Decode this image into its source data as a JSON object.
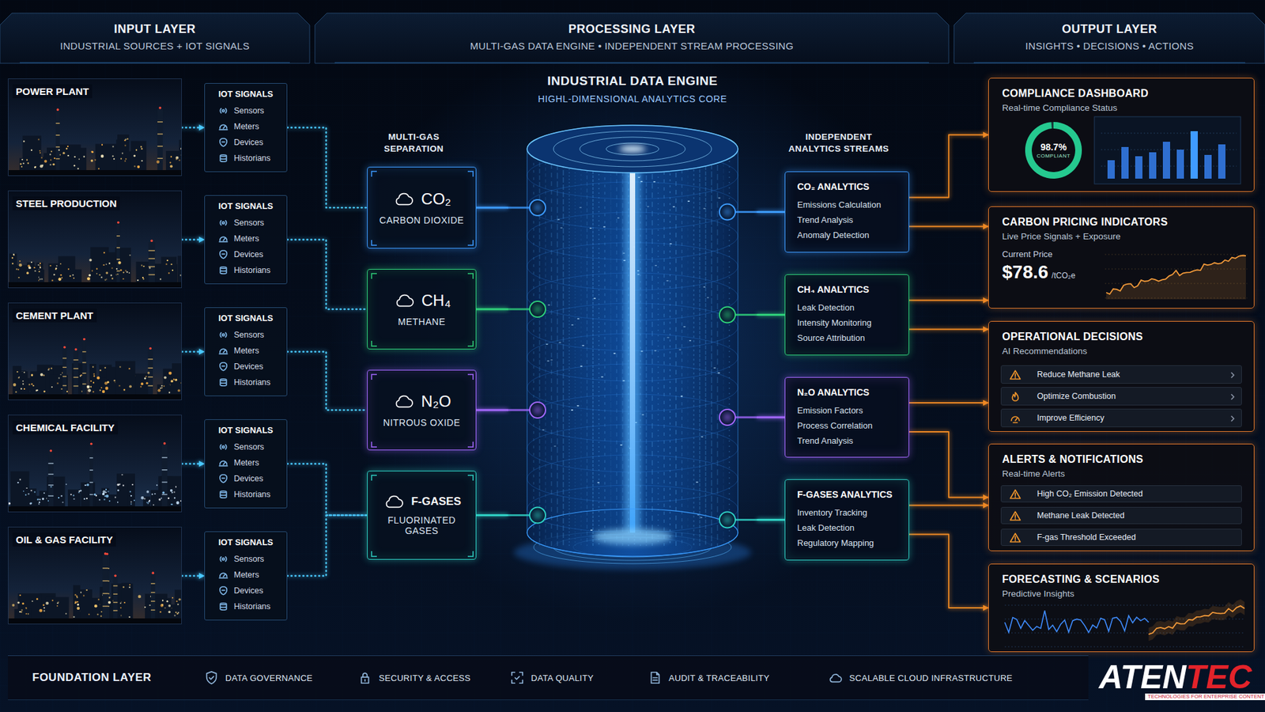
{
  "diagram": {
    "nodes": [
      {
        "text": [
          "INPUT LAYER",
          "INDUSTRIAL SOURCES + IOT SIGNALS"
        ]
      },
      {
        "text": [
          "PROCESSING LAYER",
          "MULTI-GAS DATA ENGINE • INDEPENDENT STREAM PROCESSING"
        ]
      },
      {
        "text": [
          "OUTPUT LAYER",
          "INSIGHTS • DECISIONS • ACTIONS"
        ]
      },
      {
        "text": [
          "POWER PLANT"
        ]
      },
      {
        "text": [
          "IOT SIGNALS",
          "Sensors",
          "Meters",
          "Devices",
          "Historians"
        ]
      },
      {
        "text": [
          "STEEL PRODUCTION"
        ]
      },
      {
        "text": [
          "IOT SIGNALS",
          "Sensors",
          "Meters",
          "Devices",
          "Historians"
        ]
      },
      {
        "text": [
          "CEMENT PLANT"
        ]
      },
      {
        "text": [
          "IOT SIGNALS",
          "Sensors",
          "Meters",
          "Devices",
          "Historians"
        ]
      },
      {
        "text": [
          "CHEMICAL FACILITY"
        ]
      },
      {
        "text": [
          "IOT SIGNALS",
          "Sensors",
          "Meters",
          "Devices",
          "Historians"
        ]
      },
      {
        "text": [
          "OIL & GAS FACILITY"
        ]
      },
      {
        "text": [
          "IOT SIGNALS",
          "Sensors",
          "Meters",
          "Devices",
          "Historians"
        ]
      },
      {
        "text": [
          "CO₂",
          "CARBON DIOXIDE"
        ]
      },
      {
        "text": [
          "CH₄",
          "METHANE"
        ]
      },
      {
        "text": [
          "N₂O",
          "NITROUS OXIDE"
        ]
      },
      {
        "text": [
          "F-GASES",
          "FLUORINATED GASES"
        ]
      },
      {
        "text": [
          "INDUSTRIAL DATA ENGINE",
          "HIGHL-DIMENSIONAL ANALYTICS CORE"
        ]
      },
      {
        "text": [
          "CO₂ ANALYTICS",
          "Emissions Calculation",
          "Trend Analysis",
          "Anomaly Detection"
        ]
      },
      {
        "text": [
          "CH₄ ANALYTICS",
          "Leak Detection",
          "Intensity Monitoring",
          "Source Attribution"
        ]
      },
      {
        "text": [
          "N₂O ANALYTICS",
          "Emission Factors",
          "Process Correlation",
          "Trend Analysis"
        ]
      },
      {
        "text": [
          "F-GASES ANALYTICS",
          "Inventory Tracking",
          "Leak Detection",
          "Regulatory Mapping"
        ]
      },
      {
        "text": [
          "COMPLIANCE DASHBOARD",
          "Real-time Compliance Status",
          "98.7%",
          "COMPLIANT"
        ]
      },
      {
        "text": [
          "CARBON PRICING INDICATORS",
          "Live Price Signals + Exposure",
          "Current Price",
          "$78.6",
          "/tCO₂e"
        ]
      },
      {
        "text": [
          "OPERATIONAL DECISIONS",
          "AI Recommendations"
        ]
      },
      {
        "text": [
          "Reduce Methane Leak"
        ],
        "in": 24
      },
      {
        "text": [
          "Optimize Combustion"
        ],
        "in": 24
      },
      {
        "text": [
          "Improve Efficiency"
        ],
        "in": 24
      },
      {
        "text": [
          "ALERTS & NOTIFICATIONS",
          "Real-time Alerts"
        ]
      },
      {
        "text": [
          "High CO₂ Emission Detected"
        ],
        "in": 28
      },
      {
        "text": [
          "Methane Leak Detected"
        ],
        "in": 28
      },
      {
        "text": [
          "F-gas Threshold Exceeded"
        ],
        "in": 28
      },
      {
        "text": [
          "FORECASTING & SCENARIOS",
          "Predictive Insights"
        ]
      },
      {
        "text": [
          "FOUNDATION LAYER",
          "DATA GOVERNANCE",
          "SECURITY & ACCESS",
          "DATA QUALITY",
          "AUDIT & TRACEABILITY",
          "SCALABLE CLOUD INFRASTRUCTURE"
        ]
      }
    ],
    "edges": [
      {
        "from": 3,
        "to": 4,
        "arrow": "to"
      },
      {
        "from": 5,
        "to": 6,
        "arrow": "to"
      },
      {
        "from": 7,
        "to": 8,
        "arrow": "to"
      },
      {
        "from": 9,
        "to": 10,
        "arrow": "to"
      },
      {
        "from": 11,
        "to": 12,
        "arrow": "to"
      },
      {
        "from": 4,
        "to": 13,
        "arrow": "none"
      },
      {
        "from": 6,
        "to": 14,
        "arrow": "none"
      },
      {
        "from": 8,
        "to": 15,
        "arrow": "none"
      },
      {
        "from": 10,
        "to": 16,
        "arrow": "none"
      },
      {
        "from": 12,
        "to": 16,
        "arrow": "none"
      },
      {
        "from": 13,
        "to": 17,
        "arrow": "none"
      },
      {
        "from": 14,
        "to": 17,
        "arrow": "none"
      },
      {
        "from": 15,
        "to": 17,
        "arrow": "none"
      },
      {
        "from": 16,
        "to": 17,
        "arrow": "none"
      },
      {
        "from": 17,
        "to": 18,
        "arrow": "none"
      },
      {
        "from": 17,
        "to": 19,
        "arrow": "none"
      },
      {
        "from": 17,
        "to": 20,
        "arrow": "none"
      },
      {
        "from": 17,
        "to": 21,
        "arrow": "none"
      },
      {
        "from": 18,
        "to": 22,
        "arrow": "to"
      },
      {
        "from": 18,
        "to": 23,
        "arrow": "to"
      },
      {
        "from": 19,
        "to": 23,
        "arrow": "to"
      },
      {
        "from": 19,
        "to": 24,
        "arrow": "to"
      },
      {
        "from": 20,
        "to": 24,
        "arrow": "to"
      },
      {
        "from": 20,
        "to": 28,
        "arrow": "to"
      },
      {
        "from": 21,
        "to": 28,
        "arrow": "to"
      },
      {
        "from": 21,
        "to": 32,
        "arrow": "to"
      }
    ],
    "labels": [
      "MULTI-GAS SEPARATION",
      "INDEPENDENT ANALYTICS STREAMS",
      "ATEN",
      "TEC",
      "TECHNOLOGIES FOR ENTERPRISE CONTENT"
    ]
  }
}
